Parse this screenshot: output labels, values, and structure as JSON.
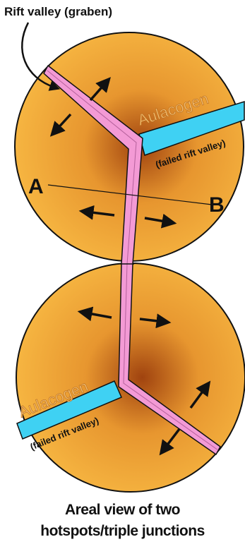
{
  "labels": {
    "rift_valley": "Rift valley (graben)",
    "aulacogen": "Aulacogen",
    "failed_rift": "(failed rift valley)",
    "point_a": "A",
    "point_b": "B"
  },
  "caption": {
    "line1": "Areal view of two",
    "line2": "hotspots/triple junctions"
  },
  "colors": {
    "dome_center": "#a0430f",
    "dome_mid": "#e7962f",
    "dome_edge": "#f6b541",
    "rift": "#f39ad5",
    "failed_rift": "#3fd1f3",
    "aulacogen_text": "#f3bf72",
    "outline": "#111111"
  },
  "icons": [
    "extension-arrow-icon",
    "pointer-arrow-icon"
  ]
}
